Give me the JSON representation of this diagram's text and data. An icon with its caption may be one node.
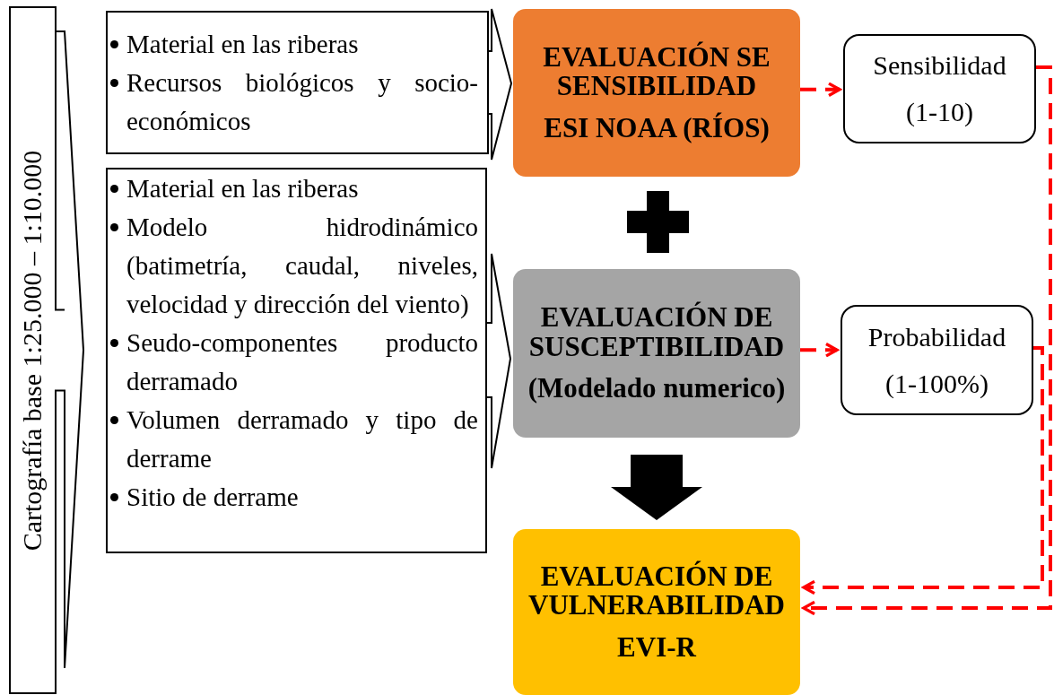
{
  "diagram": {
    "nodes": [
      {
        "text": [
          "Cartografía base 1:25.000 – 1:10.000"
        ]
      },
      {
        "text": [
          "Material en las riberas",
          "Recursos biológicos y socio-económicos"
        ]
      },
      {
        "text": [
          "Material en las riberas",
          "Modelo hidrodinámico (batimetría, caudal, niveles, velocidad y dirección del viento)",
          "Seudo-componentes producto derramado",
          "Volumen derramado y tipo de derrame",
          "Sitio de derrame"
        ]
      },
      {
        "text": [
          "EVALUACIÓN SE SENSIBILIDAD",
          "ESI NOAA (RÍOS)"
        ]
      },
      {
        "text": [
          "EVALUACIÓN DE SUSCEPTIBILIDAD",
          "(Modelado numerico)"
        ]
      },
      {
        "text": [
          "EVALUACIÓN DE VULNERABILIDAD",
          "EVI-R"
        ]
      },
      {
        "text": [
          "Sensibilidad",
          "(1-10)"
        ]
      },
      {
        "text": [
          "Probabilidad",
          "(1-100%)"
        ]
      }
    ],
    "edges": [
      {
        "from": 1,
        "to": 3,
        "arrow": "to"
      },
      {
        "from": 2,
        "to": 4,
        "arrow": "to"
      },
      {
        "from": 4,
        "to": 5,
        "arrow": "to",
        "style": "thick"
      },
      {
        "from": 3,
        "to": 6,
        "arrow": "to",
        "style": "dashed",
        "color": "#ff0000"
      },
      {
        "from": 4,
        "to": 7,
        "arrow": "to",
        "style": "dashed",
        "color": "#ff0000"
      },
      {
        "from": 6,
        "to": 5,
        "arrow": "to",
        "style": "dashed",
        "color": "#ff0000"
      },
      {
        "from": 7,
        "to": 5,
        "arrow": "to",
        "style": "dashed",
        "color": "#ff0000"
      }
    ]
  }
}
